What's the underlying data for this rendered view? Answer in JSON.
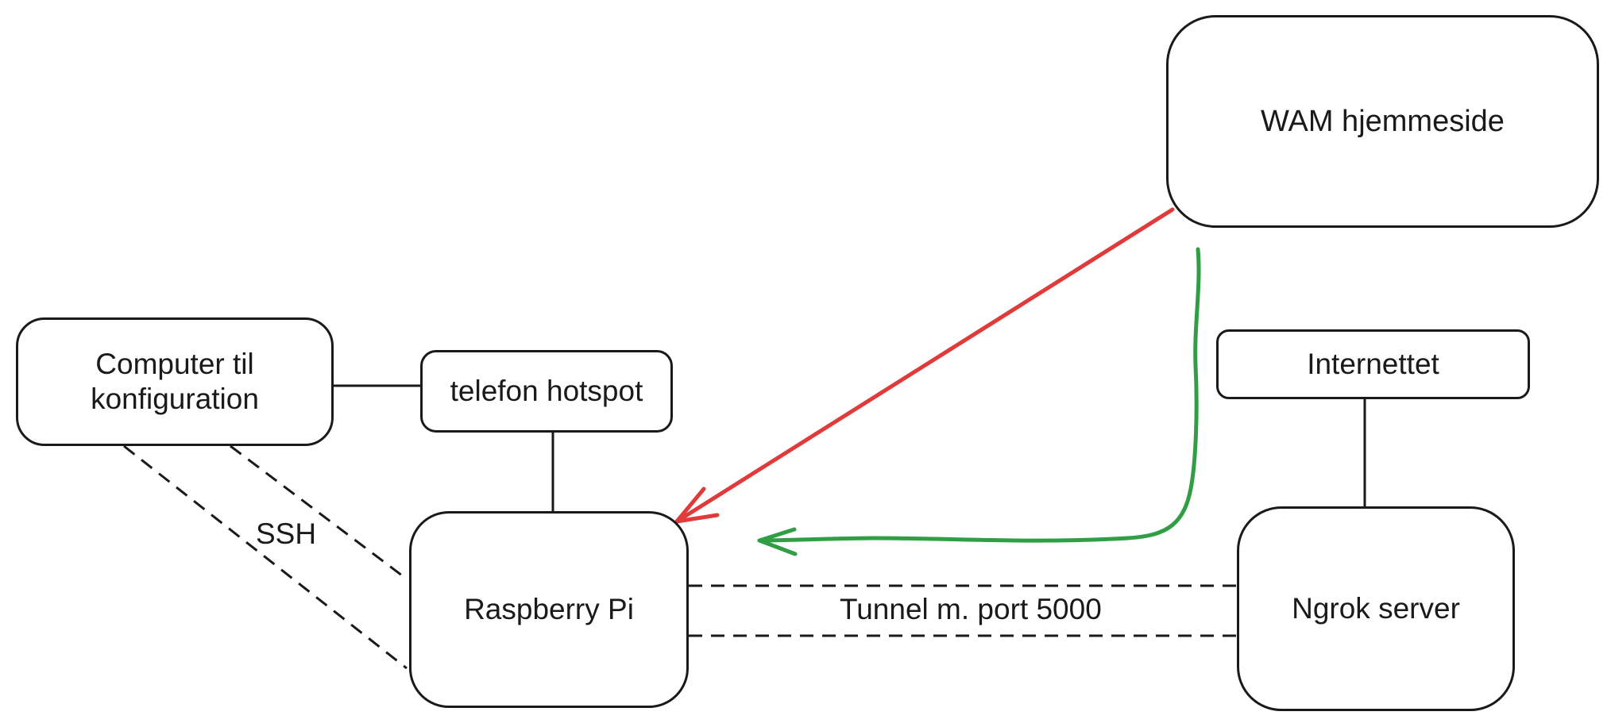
{
  "diagram": {
    "nodes": {
      "computer": {
        "label": "Computer til\nkonfiguration"
      },
      "hotspot": {
        "label": "telefon hotspot"
      },
      "raspberry_pi": {
        "label": "Raspberry Pi"
      },
      "wam": {
        "label": "WAM hjemmeside"
      },
      "internet": {
        "label": "Internettet"
      },
      "ngrok": {
        "label": "Ngrok server"
      }
    },
    "edges": {
      "ssh": {
        "label": "SSH",
        "from": "computer",
        "to": "raspberry_pi",
        "style": "dashed-double"
      },
      "tunnel": {
        "label": "Tunnel m. port 5000",
        "from": "raspberry_pi",
        "to": "ngrok",
        "style": "dashed-double"
      },
      "computer_hotspot": {
        "from": "computer",
        "to": "hotspot",
        "style": "solid"
      },
      "hotspot_rpi": {
        "from": "hotspot",
        "to": "raspberry_pi",
        "style": "solid"
      },
      "internet_ngrok": {
        "from": "internet",
        "to": "ngrok",
        "style": "solid"
      },
      "wam_to_rpi_red": {
        "from": "wam",
        "to": "raspberry_pi",
        "style": "arrow",
        "color": "#e03a3a"
      },
      "wam_to_rpi_green": {
        "from": "wam",
        "to": "raspberry_pi",
        "style": "arrow-curved",
        "color": "#2f9e44"
      }
    },
    "colors": {
      "stroke": "#1a1a1a",
      "red_arrow": "#e03a3a",
      "green_arrow": "#2f9e44"
    }
  }
}
